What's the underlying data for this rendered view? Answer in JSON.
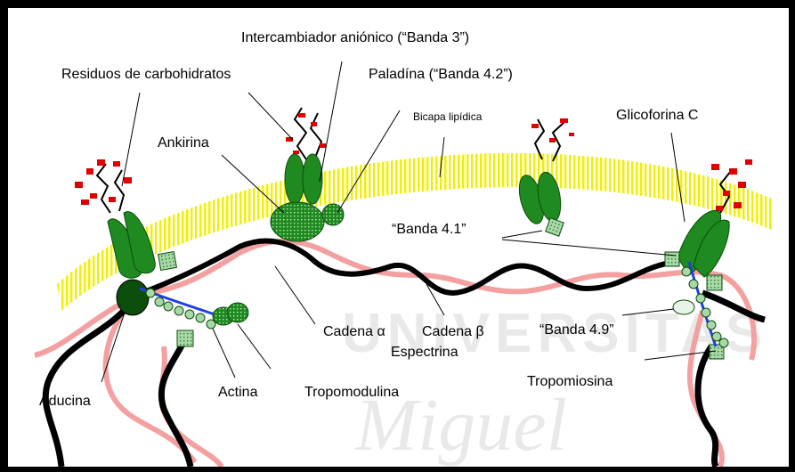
{
  "labels": {
    "intercambiador": "Intercambiador aniónico (“Banda 3”)",
    "residuos": "Residuos de carbohidratos",
    "paladina": "Paladína (“Banda 4.2”)",
    "bicapa": "Bicapa lipídica",
    "glicoforina": "Glicoforina C",
    "ankirina": "Ankirina",
    "banda41": "“Banda 4.1”",
    "cadena_alpha": "Cadena α",
    "cadena_beta": "Cadena β",
    "espectrina": "Espectrina",
    "banda49": "“Banda 4.9”",
    "aducina": "Aducina",
    "actina": "Actina",
    "tropomodulina": "Tropomodulina",
    "tropomiosina": "Tropomiosina"
  },
  "watermark": {
    "line1": "UNIVERSITAS",
    "line2": "Miguel"
  },
  "colors": {
    "frame": "#000000",
    "background": "#ffffff",
    "bilayer": "#f0f000",
    "protein_green": "#1f8a1f",
    "protein_dark": "#0b4d0b",
    "carbohydrate_red": "#e00000",
    "spectrin_black": "#000000",
    "spectrin_pink": "#f4a0a0",
    "tropomyosin_blue": "#2040e0",
    "light_green_box": "#a8d8a8",
    "watermark_gray": "#e9e9e9"
  }
}
